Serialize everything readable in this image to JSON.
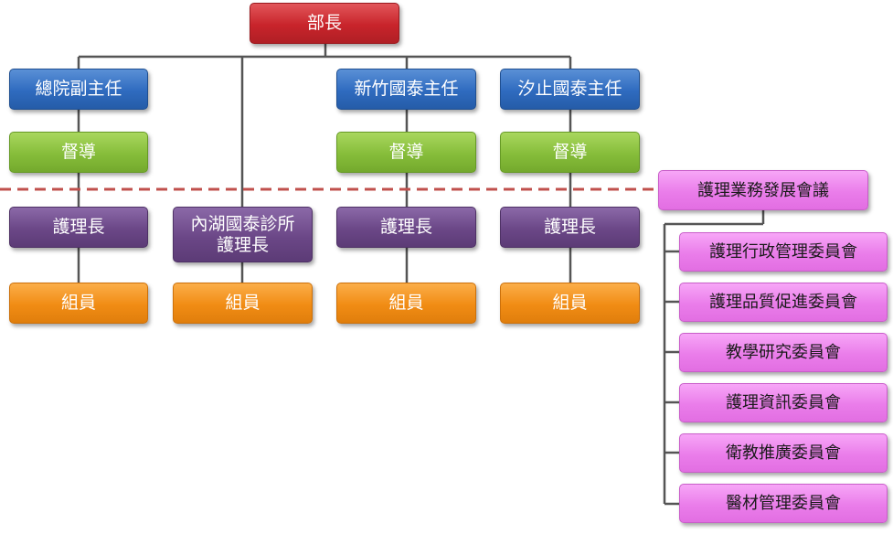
{
  "org": {
    "minister": "部長",
    "deputy_general": "總院副主任",
    "director_hsinchu": "新竹國泰主任",
    "director_xizhi": "汐止國泰主任",
    "supervisor_1": "督導",
    "supervisor_2": "督導",
    "supervisor_3": "督導",
    "head_nurse_1": "護理長",
    "head_nurse_neihu_line1": "內湖國泰診所",
    "head_nurse_neihu_line2": "護理長",
    "head_nurse_3": "護理長",
    "head_nurse_4": "護理長",
    "member_1": "組員",
    "member_2": "組員",
    "member_3": "組員",
    "member_4": "組員"
  },
  "committee": {
    "council": "護理業務發展會議",
    "items": [
      "護理行政管理委員會",
      "護理品質促進委員會",
      "教學研究委員會",
      "護理資訊委員會",
      "衛教推廣委員會",
      "醫材管理委員會"
    ]
  },
  "colors": {
    "red": "#c8242b",
    "blue": "#2f6bbf",
    "green": "#86bd3a",
    "purple": "#6b4787",
    "orange": "#f18c14",
    "pink": "#ea7dea",
    "divider": "#c0504d",
    "connector": "#555555"
  }
}
